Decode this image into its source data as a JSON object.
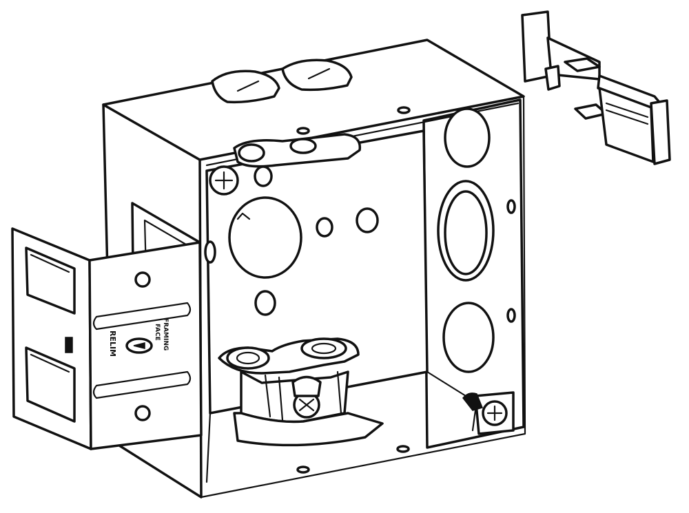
{
  "diagram": {
    "bracket_labels": {
      "brand": "RELIM",
      "marking_1": "FACE",
      "marking_2": "FRAMING"
    }
  }
}
